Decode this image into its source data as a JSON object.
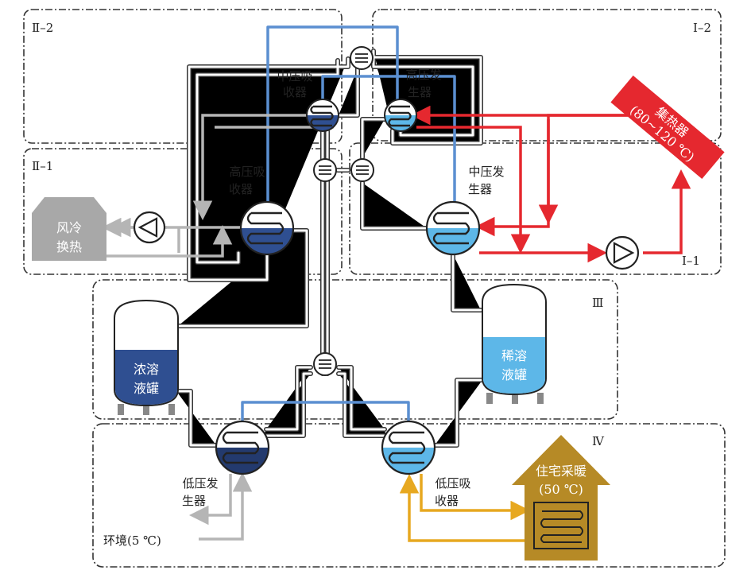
{
  "zones": {
    "ii2": "Ⅱ–2",
    "i2": "Ⅰ–2",
    "ii1": "Ⅱ–1",
    "i1": "Ⅰ–1",
    "iii": "Ⅲ",
    "iv": "Ⅳ"
  },
  "components": {
    "mid_pressure_absorber": [
      "中压吸",
      "收器"
    ],
    "high_pressure_generator": [
      "高压发",
      "生器"
    ],
    "high_pressure_absorber": [
      "高压吸",
      "收器"
    ],
    "mid_pressure_generator": [
      "中压发",
      "生器"
    ],
    "low_pressure_generator": [
      "低压发",
      "生器"
    ],
    "low_pressure_absorber": [
      "低压吸",
      "收器"
    ],
    "strong_solution_tank": [
      "浓溶",
      "液罐"
    ],
    "weak_solution_tank": [
      "稀溶",
      "液罐"
    ],
    "air_cooling": [
      "风冷",
      "换热"
    ],
    "collector": [
      "集热器",
      "(80~120 ℃)"
    ],
    "residential_heating": [
      "住宅采暖",
      "(50 ℃)"
    ],
    "environment": "环境(5 ℃)"
  },
  "colors": {
    "blue_pipe": "#5b8fd1",
    "hot_red": "#e5282f",
    "ambient_grey": "#b5b5b5",
    "heating_orange": "#e7a820",
    "strong_solution": "#2f4f91",
    "weak_solution": "#5db7e8",
    "heating_house": "#b68a26",
    "air_cooler": "#a8a8a8"
  }
}
